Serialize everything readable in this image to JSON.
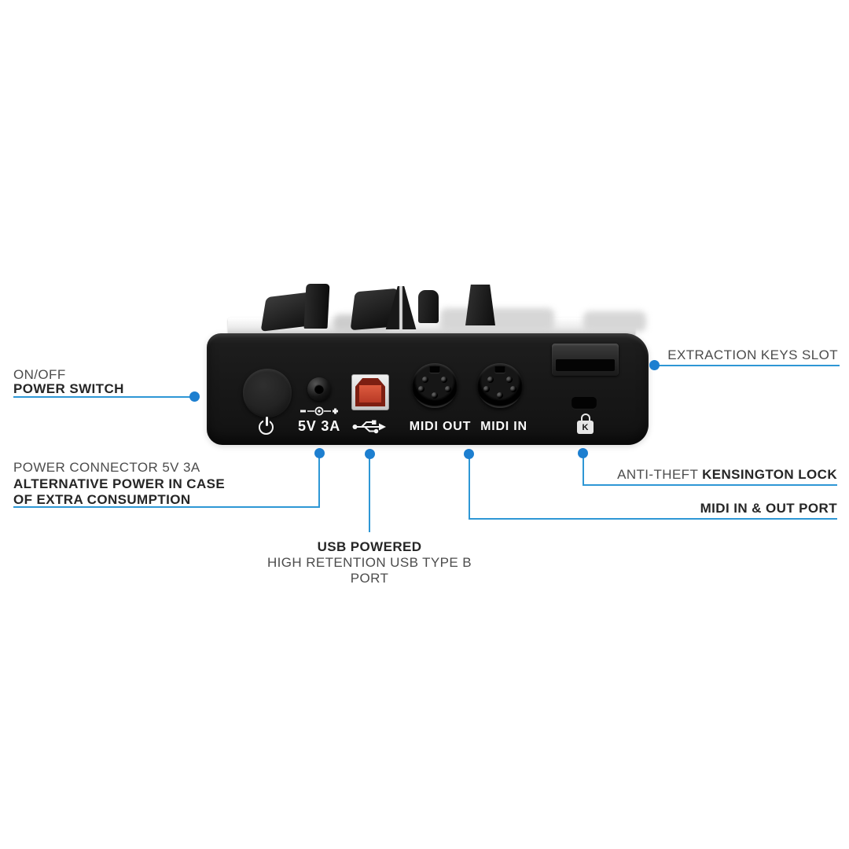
{
  "colors": {
    "callout_dot": "#1d7fd0",
    "callout_line": "#2e97d5",
    "device_body": "#181818",
    "usb_inner": "#c9452e",
    "text_regular": "#4c4c4c",
    "text_bold": "#262626"
  },
  "device_panel": {
    "power_rating_label": "5V 3A",
    "midi_out_label": "MIDI OUT",
    "midi_in_label": "MIDI IN",
    "kensington_letter": "K",
    "icons": [
      "power-icon",
      "dc-polarity-icon",
      "usb-trident-icon",
      "kensington-lock-icon"
    ]
  },
  "callouts": {
    "power_switch": {
      "line1": "ON/OFF",
      "line2": "POWER SWITCH"
    },
    "power_connector": {
      "line1": "POWER CONNECTOR 5V 3A",
      "line2": "ALTERNATIVE POWER IN CASE",
      "line3": "OF EXTRA CONSUMPTION"
    },
    "usb": {
      "line1": "USB POWERED",
      "line2": "HIGH RETENTION USB TYPE B PORT"
    },
    "extraction_keys": {
      "label": "EXTRACTION KEYS SLOT"
    },
    "kensington": {
      "prefix": "ANTI-THEFT ",
      "bold": "KENSINGTON LOCK"
    },
    "midi": {
      "label": "MIDI IN & OUT PORT"
    }
  }
}
